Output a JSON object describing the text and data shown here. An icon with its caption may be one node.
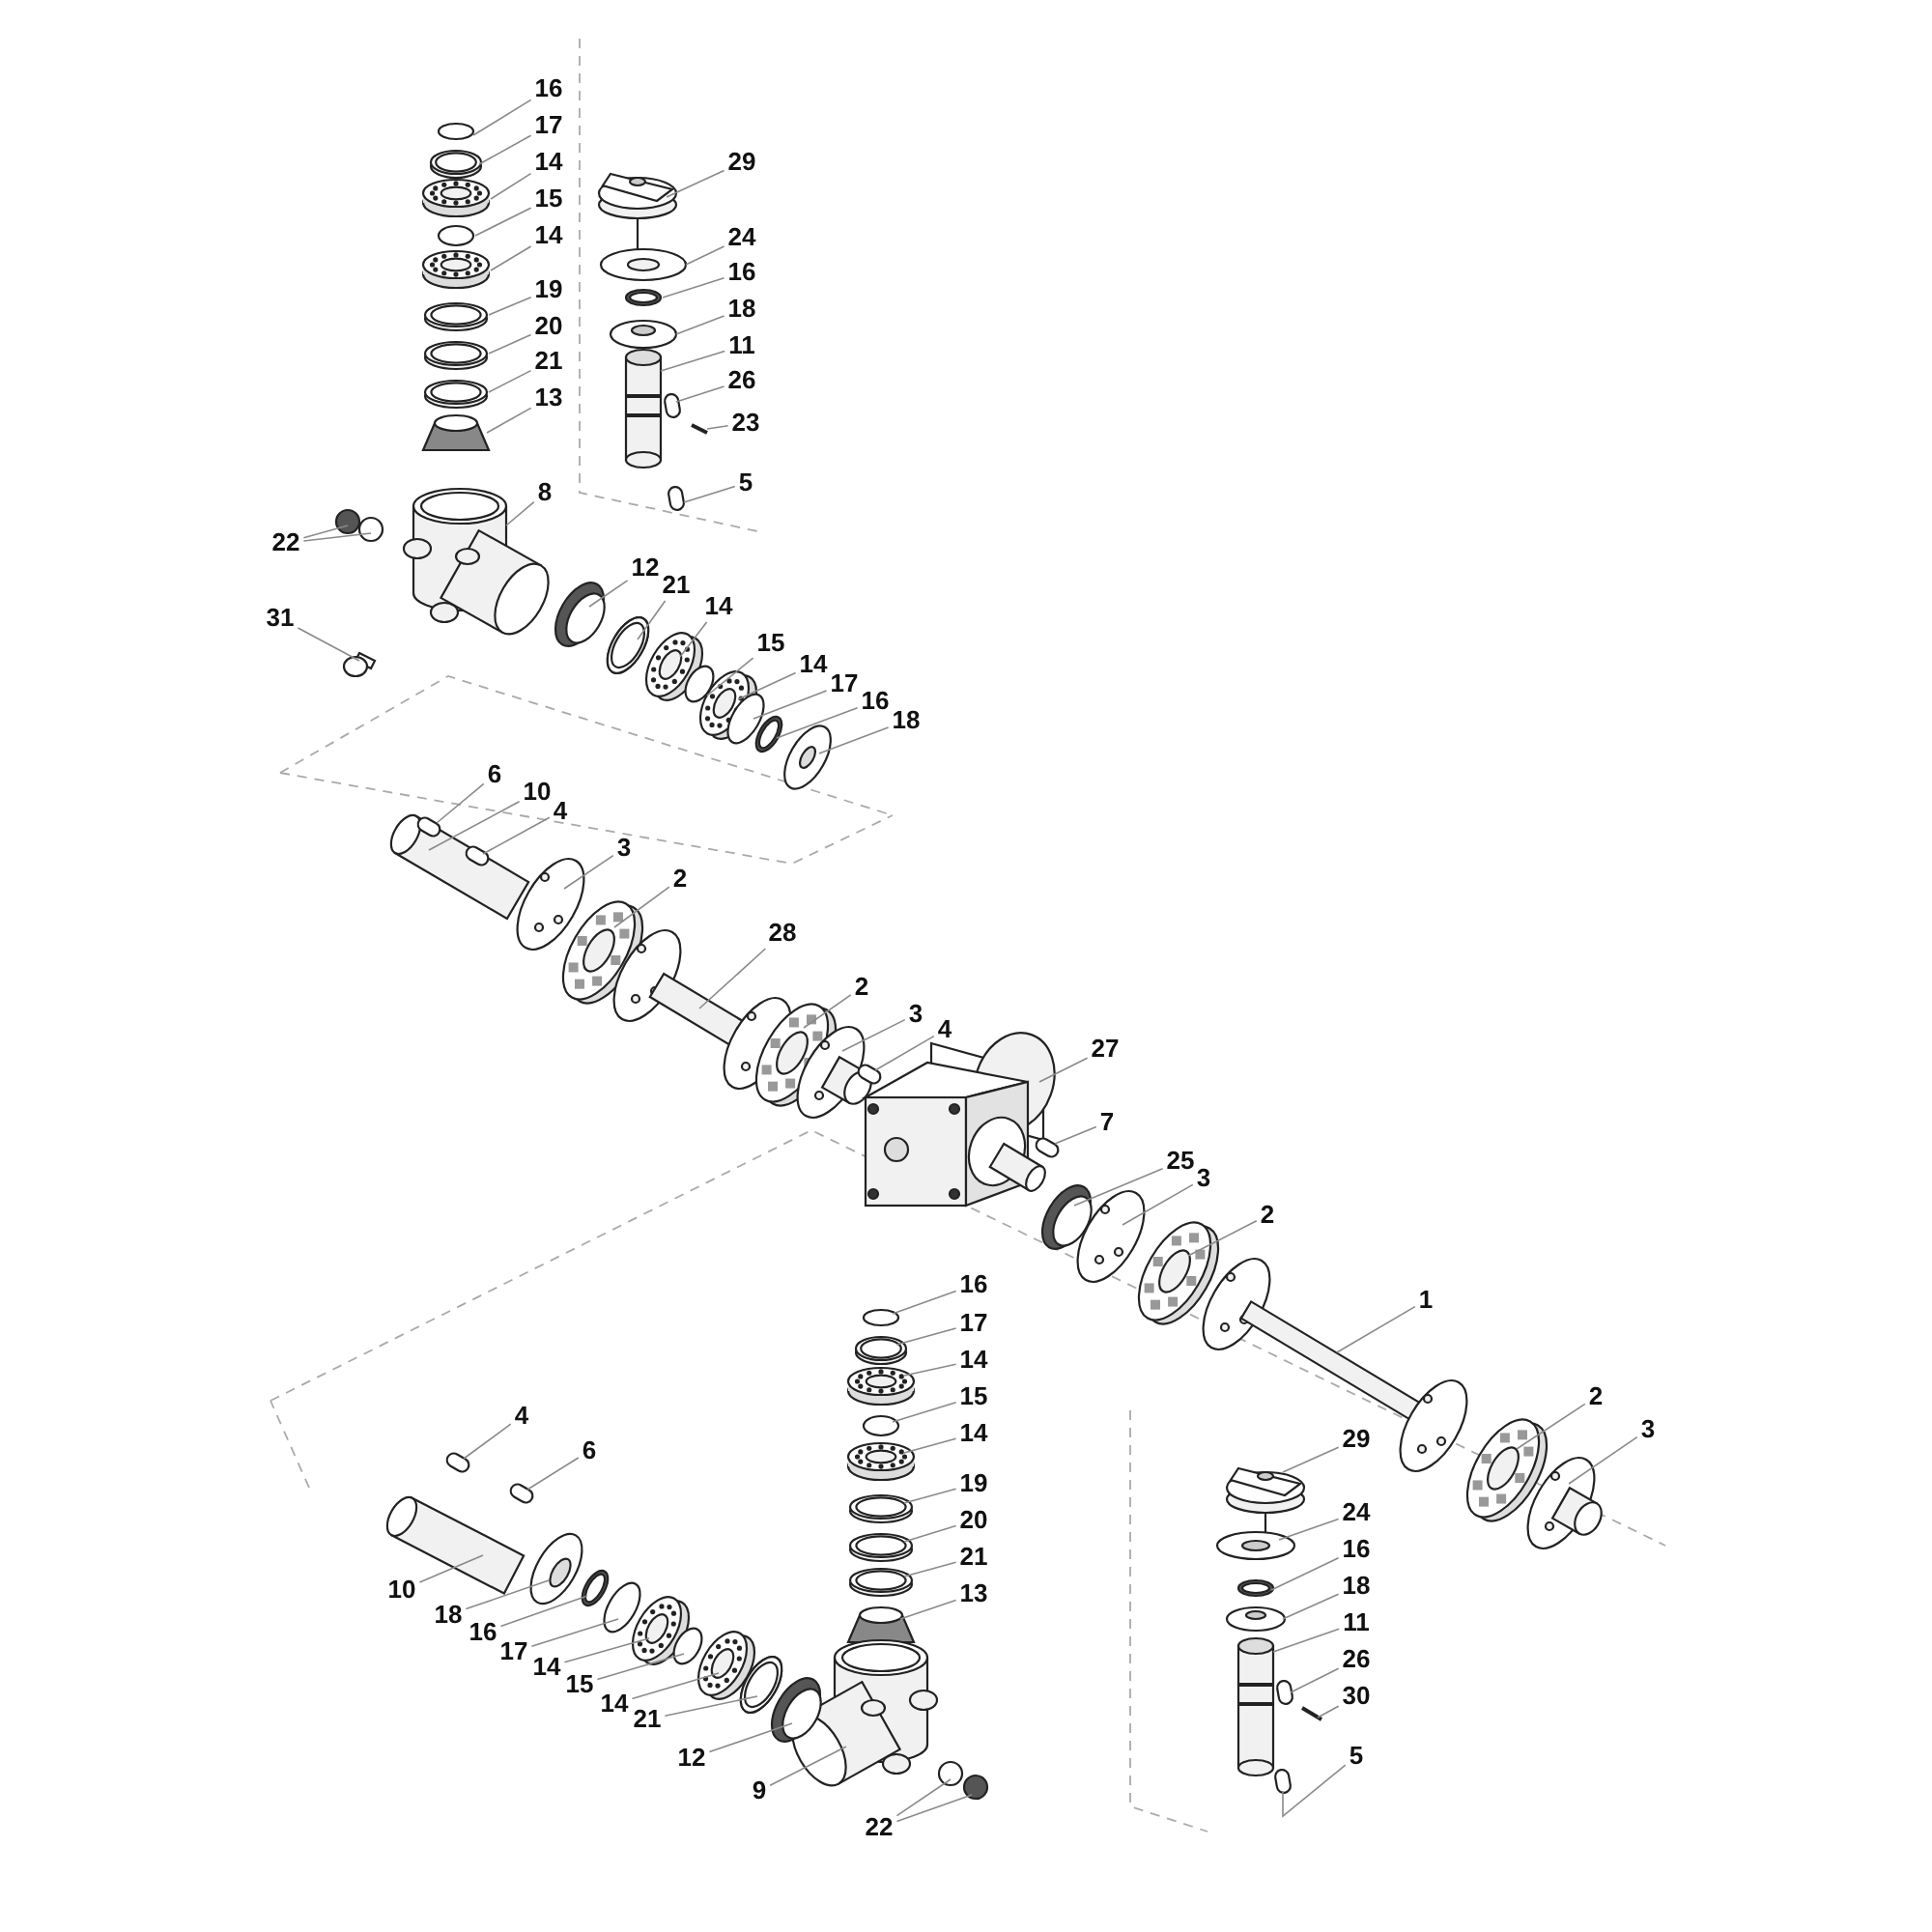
{
  "diagram": {
    "nodes": [
      {
        "text": [
          "16"
        ]
      },
      {
        "text": [
          "17"
        ]
      },
      {
        "text": [
          "14"
        ]
      },
      {
        "text": [
          "15"
        ]
      },
      {
        "text": [
          "14"
        ]
      },
      {
        "text": [
          "19"
        ]
      },
      {
        "text": [
          "20"
        ]
      },
      {
        "text": [
          "21"
        ]
      },
      {
        "text": [
          "13"
        ]
      },
      {
        "text": [
          "29"
        ]
      },
      {
        "text": [
          "24"
        ]
      },
      {
        "text": [
          "16"
        ]
      },
      {
        "text": [
          "18"
        ]
      },
      {
        "text": [
          "11"
        ]
      },
      {
        "text": [
          "26"
        ]
      },
      {
        "text": [
          "23"
        ]
      },
      {
        "text": [
          "5"
        ]
      },
      {
        "text": [
          "8"
        ]
      },
      {
        "text": [
          "22"
        ]
      },
      {
        "text": [
          "31"
        ]
      },
      {
        "text": [
          "12"
        ]
      },
      {
        "text": [
          "21"
        ]
      },
      {
        "text": [
          "14"
        ]
      },
      {
        "text": [
          "15"
        ]
      },
      {
        "text": [
          "14"
        ]
      },
      {
        "text": [
          "17"
        ]
      },
      {
        "text": [
          "16"
        ]
      },
      {
        "text": [
          "18"
        ]
      },
      {
        "text": [
          "6"
        ]
      },
      {
        "text": [
          "10"
        ]
      },
      {
        "text": [
          "4"
        ]
      },
      {
        "text": [
          "3"
        ]
      },
      {
        "text": [
          "2"
        ]
      },
      {
        "text": [
          "28"
        ]
      },
      {
        "text": [
          "2"
        ]
      },
      {
        "text": [
          "3"
        ]
      },
      {
        "text": [
          "4"
        ]
      },
      {
        "text": [
          "27"
        ]
      },
      {
        "text": [
          "7"
        ]
      },
      {
        "text": [
          "25"
        ]
      },
      {
        "text": [
          "3"
        ]
      },
      {
        "text": [
          "2"
        ]
      },
      {
        "text": [
          "1"
        ]
      },
      {
        "text": [
          "2"
        ]
      },
      {
        "text": [
          "3"
        ]
      },
      {
        "text": [
          "16"
        ]
      },
      {
        "text": [
          "17"
        ]
      },
      {
        "text": [
          "14"
        ]
      },
      {
        "text": [
          "15"
        ]
      },
      {
        "text": [
          "14"
        ]
      },
      {
        "text": [
          "19"
        ]
      },
      {
        "text": [
          "20"
        ]
      },
      {
        "text": [
          "21"
        ]
      },
      {
        "text": [
          "13"
        ]
      },
      {
        "text": [
          "4"
        ]
      },
      {
        "text": [
          "6"
        ]
      },
      {
        "text": [
          "10"
        ]
      },
      {
        "text": [
          "18"
        ]
      },
      {
        "text": [
          "16"
        ]
      },
      {
        "text": [
          "17"
        ]
      },
      {
        "text": [
          "14"
        ]
      },
      {
        "text": [
          "15"
        ]
      },
      {
        "text": [
          "14"
        ]
      },
      {
        "text": [
          "21"
        ]
      },
      {
        "text": [
          "12"
        ]
      },
      {
        "text": [
          "9"
        ]
      },
      {
        "text": [
          "22"
        ]
      },
      {
        "text": [
          "29"
        ]
      },
      {
        "text": [
          "24"
        ]
      },
      {
        "text": [
          "16"
        ]
      },
      {
        "text": [
          "18"
        ]
      },
      {
        "text": [
          "11"
        ]
      },
      {
        "text": [
          "26"
        ]
      },
      {
        "text": [
          "30"
        ]
      },
      {
        "text": [
          "5"
        ]
      }
    ],
    "edges": [
      {
        "from": 0,
        "to": null,
        "arrow": "none"
      },
      {
        "from": 1,
        "to": null,
        "arrow": "none"
      },
      {
        "from": 2,
        "to": null,
        "arrow": "none"
      },
      {
        "from": 3,
        "to": null,
        "arrow": "none"
      },
      {
        "from": 4,
        "to": null,
        "arrow": "none"
      },
      {
        "from": 5,
        "to": null,
        "arrow": "none"
      },
      {
        "from": 6,
        "to": null,
        "arrow": "none"
      },
      {
        "from": 7,
        "to": null,
        "arrow": "none"
      },
      {
        "from": 8,
        "to": null,
        "arrow": "none"
      },
      {
        "from": 9,
        "to": null,
        "arrow": "none"
      },
      {
        "from": 10,
        "to": null,
        "arrow": "none"
      },
      {
        "from": 11,
        "to": null,
        "arrow": "none"
      },
      {
        "from": 12,
        "to": null,
        "arrow": "none"
      },
      {
        "from": 13,
        "to": null,
        "arrow": "none"
      },
      {
        "from": 14,
        "to": null,
        "arrow": "none"
      },
      {
        "from": 15,
        "to": null,
        "arrow": "none"
      },
      {
        "from": 16,
        "to": null,
        "arrow": "none"
      },
      {
        "from": 17,
        "to": null,
        "arrow": "none"
      },
      {
        "from": 18,
        "to": null,
        "arrow": "none"
      },
      {
        "from": 18,
        "to": null,
        "arrow": "none"
      },
      {
        "from": 19,
        "to": null,
        "arrow": "none"
      },
      {
        "from": 20,
        "to": null,
        "arrow": "none"
      },
      {
        "from": 21,
        "to": null,
        "arrow": "none"
      },
      {
        "from": 22,
        "to": null,
        "arrow": "none"
      },
      {
        "from": 23,
        "to": null,
        "arrow": "none"
      },
      {
        "from": 24,
        "to": null,
        "arrow": "none"
      },
      {
        "from": 25,
        "to": null,
        "arrow": "none"
      },
      {
        "from": 26,
        "to": null,
        "arrow": "none"
      },
      {
        "from": 27,
        "to": null,
        "arrow": "none"
      },
      {
        "from": 28,
        "to": null,
        "arrow": "none"
      },
      {
        "from": 29,
        "to": null,
        "arrow": "none"
      },
      {
        "from": 30,
        "to": null,
        "arrow": "none"
      },
      {
        "from": 31,
        "to": null,
        "arrow": "none"
      },
      {
        "from": 32,
        "to": null,
        "arrow": "none"
      },
      {
        "from": 33,
        "to": null,
        "arrow": "none"
      },
      {
        "from": 34,
        "to": null,
        "arrow": "none"
      },
      {
        "from": 35,
        "to": null,
        "arrow": "none"
      },
      {
        "from": 36,
        "to": null,
        "arrow": "none"
      },
      {
        "from": 37,
        "to": null,
        "arrow": "none"
      },
      {
        "from": 38,
        "to": null,
        "arrow": "none"
      },
      {
        "from": 39,
        "to": null,
        "arrow": "none"
      },
      {
        "from": 40,
        "to": null,
        "arrow": "none"
      },
      {
        "from": 41,
        "to": null,
        "arrow": "none"
      },
      {
        "from": 42,
        "to": null,
        "arrow": "none"
      },
      {
        "from": 43,
        "to": null,
        "arrow": "none"
      },
      {
        "from": 44,
        "to": null,
        "arrow": "none"
      },
      {
        "from": 45,
        "to": null,
        "arrow": "none"
      },
      {
        "from": 46,
        "to": null,
        "arrow": "none"
      },
      {
        "from": 47,
        "to": null,
        "arrow": "none"
      },
      {
        "from": 48,
        "to": null,
        "arrow": "none"
      },
      {
        "from": 49,
        "to": null,
        "arrow": "none"
      },
      {
        "from": 50,
        "to": null,
        "arrow": "none"
      },
      {
        "from": 51,
        "to": null,
        "arrow": "none"
      },
      {
        "from": 52,
        "to": null,
        "arrow": "none"
      },
      {
        "from": 53,
        "to": null,
        "arrow": "none"
      },
      {
        "from": 54,
        "to": null,
        "arrow": "none"
      },
      {
        "from": 55,
        "to": null,
        "arrow": "none"
      },
      {
        "from": 56,
        "to": null,
        "arrow": "none"
      },
      {
        "from": 57,
        "to": null,
        "arrow": "none"
      },
      {
        "from": 58,
        "to": null,
        "arrow": "none"
      },
      {
        "from": 59,
        "to": null,
        "arrow": "none"
      },
      {
        "from": 60,
        "to": null,
        "arrow": "none"
      },
      {
        "from": 61,
        "to": null,
        "arrow": "none"
      },
      {
        "from": 62,
        "to": null,
        "arrow": "none"
      },
      {
        "from": 63,
        "to": null,
        "arrow": "none"
      },
      {
        "from": 64,
        "to": null,
        "arrow": "none"
      },
      {
        "from": 65,
        "to": null,
        "arrow": "none"
      },
      {
        "from": 66,
        "to": null,
        "arrow": "none"
      },
      {
        "from": 66,
        "to": null,
        "arrow": "none"
      },
      {
        "from": 67,
        "to": null,
        "arrow": "none"
      },
      {
        "from": 68,
        "to": null,
        "arrow": "none"
      },
      {
        "from": 69,
        "to": null,
        "arrow": "none"
      },
      {
        "from": 70,
        "to": null,
        "arrow": "none"
      },
      {
        "from": 71,
        "to": null,
        "arrow": "none"
      },
      {
        "from": 72,
        "to": null,
        "arrow": "none"
      },
      {
        "from": 73,
        "to": null,
        "arrow": "none"
      },
      {
        "from": 74,
        "to": null,
        "arrow": "none"
      }
    ]
  }
}
